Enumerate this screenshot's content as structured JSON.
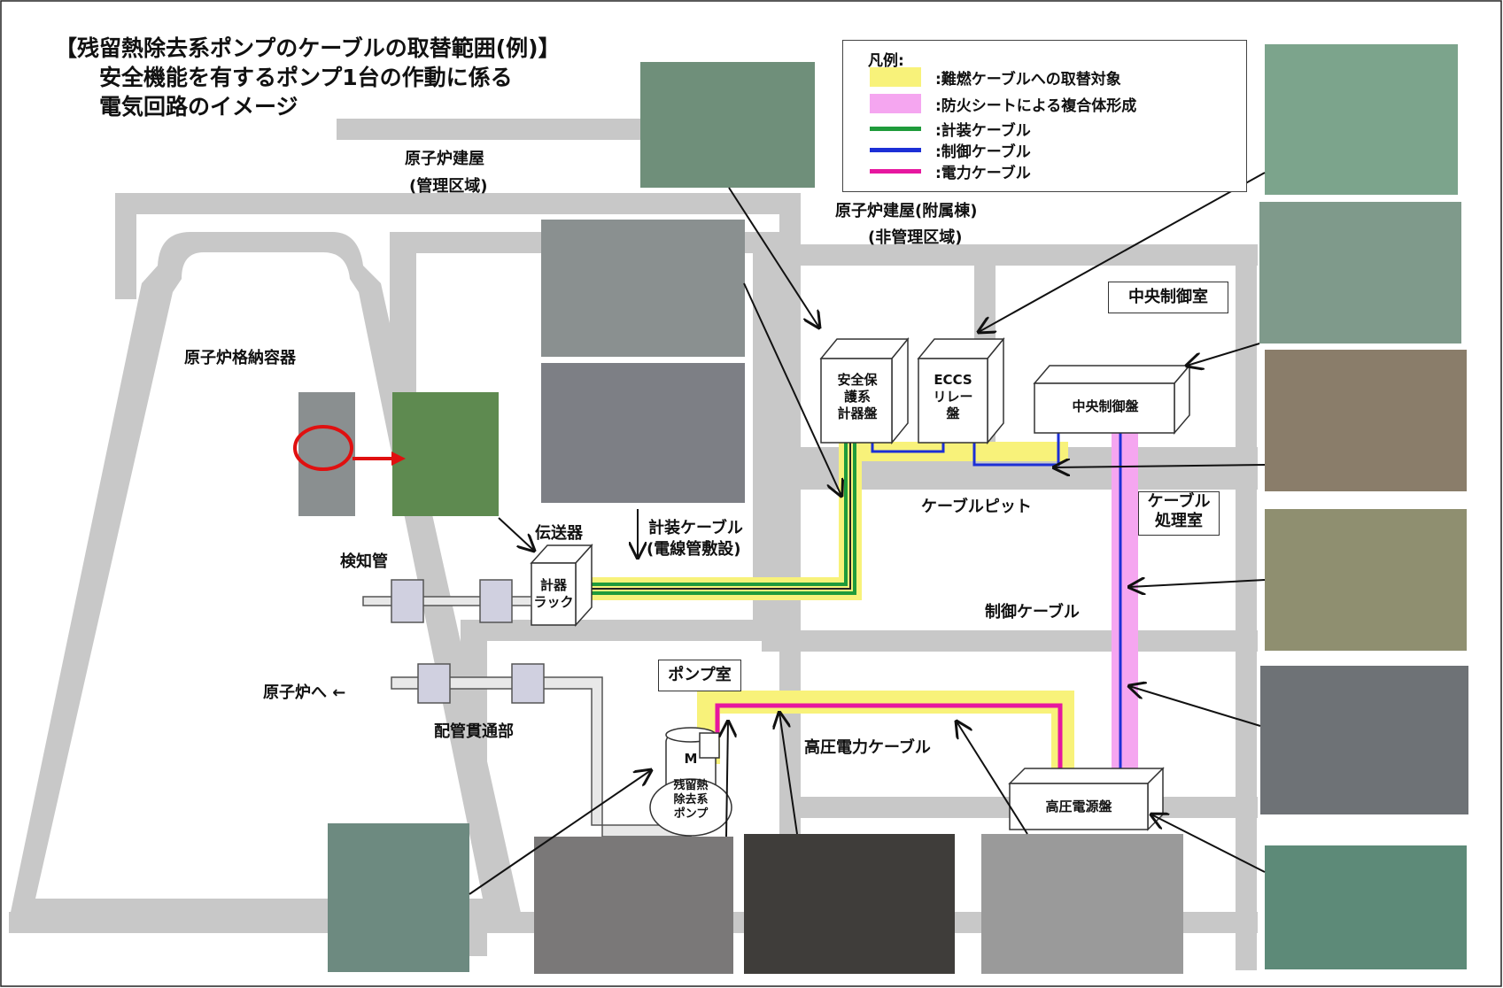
{
  "title": {
    "line1": "【残留熱除去系ポンプのケーブルの取替範囲(例)】",
    "line2": "安全機能を有するポンプ1台の作動に係る",
    "line3": "電気回路のイメージ"
  },
  "legend": {
    "heading": "凡例:",
    "items": [
      {
        "label": ":難燃ケーブルへの取替対象",
        "color": "#f8f27a"
      },
      {
        "label": ":防火シートによる複合体形成",
        "color": "#f5a6f0"
      },
      {
        "label": ":計装ケーブル",
        "color": "#1f9b3b"
      },
      {
        "label": ":制御ケーブル",
        "color": "#1c2fd6"
      },
      {
        "label": ":電力ケーブル",
        "color": "#e6179f"
      }
    ]
  },
  "areas": {
    "reactor_building": "原子炉建屋",
    "controlled_area": "(管理区域)",
    "annex": "原子炉建屋(附属棟)",
    "non_controlled": "(非管理区域)",
    "containment": "原子炉格納容器",
    "central_control_room": "中央制御室",
    "cable_room": "ケーブル\n処理室",
    "pump_room": "ポンプ室",
    "cable_pit": "ケーブルピット"
  },
  "equipment": {
    "safety_panel": "安全保\n護系\n計器盤",
    "eccs_panel": "ECCS\nリレー\n盤",
    "central_panel": "中央制御盤",
    "hv_panel": "高圧電源盤",
    "instrument_rack": "計器\nラック",
    "transmitter": "伝送器",
    "detector_tube": "検知管",
    "to_reactor": "原子炉へ ←",
    "penetration": "配管貫通部",
    "motor": "M",
    "rhr_pump": "残留熱\n除去系\nポンプ"
  },
  "cables": {
    "instrument_cable": "計装ケーブル",
    "conduit": "(電線管敷設)",
    "control_cable": "制御ケーブル",
    "hv_cable": "高圧電力ケーブル"
  },
  "colors": {
    "building": "#c8c8c8",
    "highlight_yellow": "#f8f27a",
    "highlight_pink": "#f5a6f0",
    "instrument": "#1f9b3b",
    "control": "#1c2fd6",
    "power": "#e6179f",
    "marker": "#e01010"
  }
}
